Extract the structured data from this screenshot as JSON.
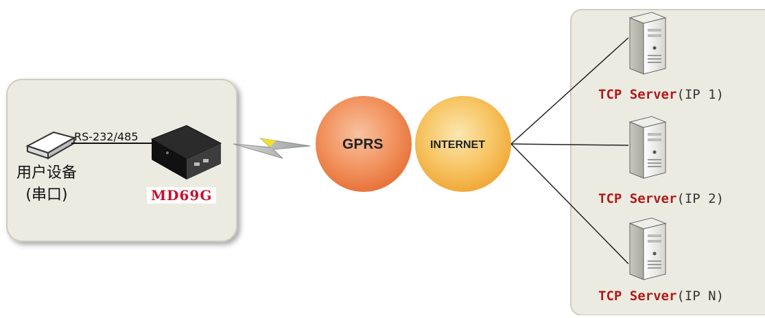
{
  "diagram": {
    "user_device": {
      "label_line1": "用户设备",
      "label_line2": "(串口)"
    },
    "serial_link": {
      "label": "RS-232/485"
    },
    "modem": {
      "label": "MD69G"
    },
    "networks": [
      {
        "label": "GPRS"
      },
      {
        "label": "INTERNET"
      }
    ],
    "servers": [
      {
        "name": "TCP Server",
        "ip": "(IP 1)"
      },
      {
        "name": "TCP Server",
        "ip": "(IP 2)"
      },
      {
        "name": "TCP Server",
        "ip": "(IP N)"
      }
    ],
    "colors": {
      "panel_fill": "#ecebe2",
      "panel_border": "#cfcdc0",
      "gprs_fill": "#f08a4b",
      "internet_fill": "#f5b94a",
      "server_label": "#b01a1a",
      "model_label": "#c8102e"
    }
  }
}
